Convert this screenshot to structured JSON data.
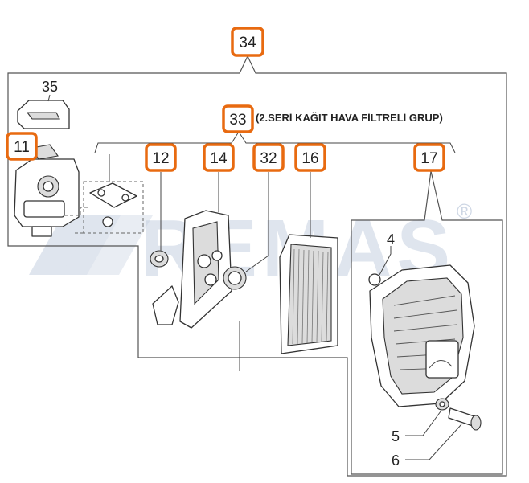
{
  "diagram": {
    "assembly_caption": "(2.SERİ KAĞIT HAVA FİLTRELİ GRUP)",
    "watermark_text": "REMAS",
    "watermark_mark": "®",
    "callouts_highlighted": [
      "34",
      "11",
      "33",
      "12",
      "14",
      "32",
      "16",
      "17"
    ],
    "labels_plain": [
      "35",
      "4",
      "5",
      "6"
    ],
    "colors": {
      "callout_border": "#e86a10",
      "line": "#555555",
      "watermark": "#b9c6da"
    }
  }
}
